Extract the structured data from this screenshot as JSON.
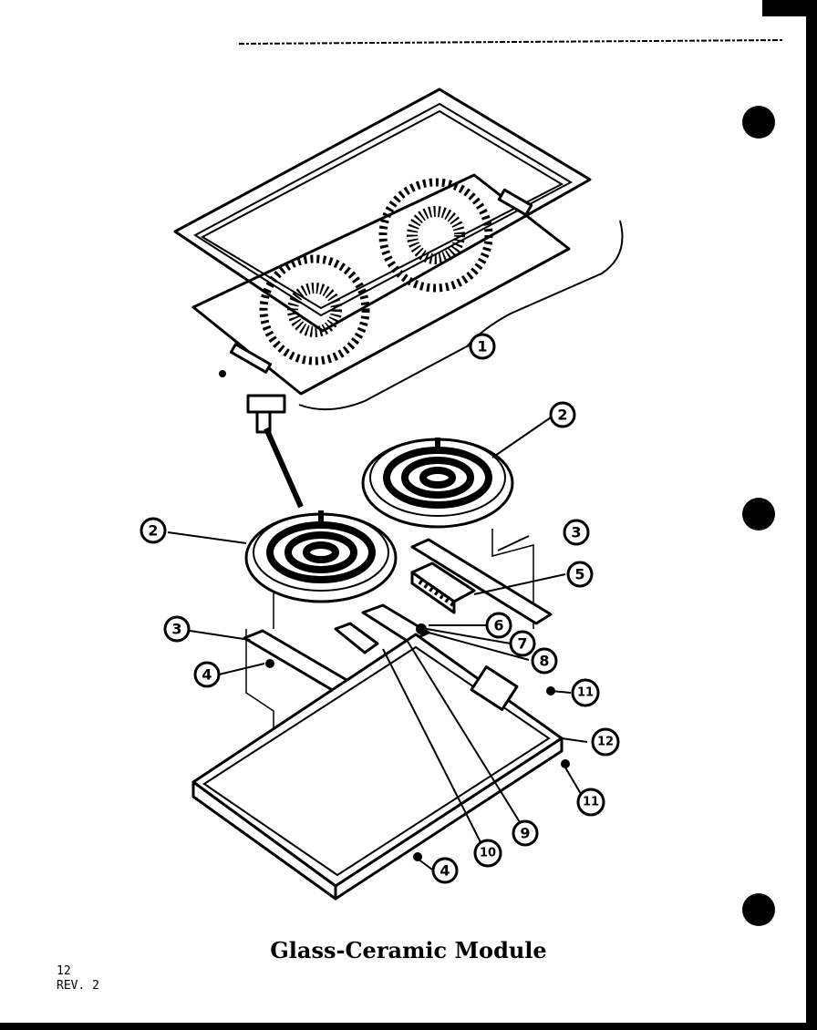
{
  "diagram": {
    "title": "Glass-Ceramic Module",
    "page_number": "12",
    "revision": "REV. 2",
    "callouts": [
      {
        "label": "1"
      },
      {
        "label": "2"
      },
      {
        "label": "2"
      },
      {
        "label": "3"
      },
      {
        "label": "3"
      },
      {
        "label": "4"
      },
      {
        "label": "4"
      },
      {
        "label": "5"
      },
      {
        "label": "6"
      },
      {
        "label": "7"
      },
      {
        "label": "8"
      },
      {
        "label": "9"
      },
      {
        "label": "10"
      },
      {
        "label": "11"
      },
      {
        "label": "11"
      },
      {
        "label": "12"
      }
    ]
  }
}
